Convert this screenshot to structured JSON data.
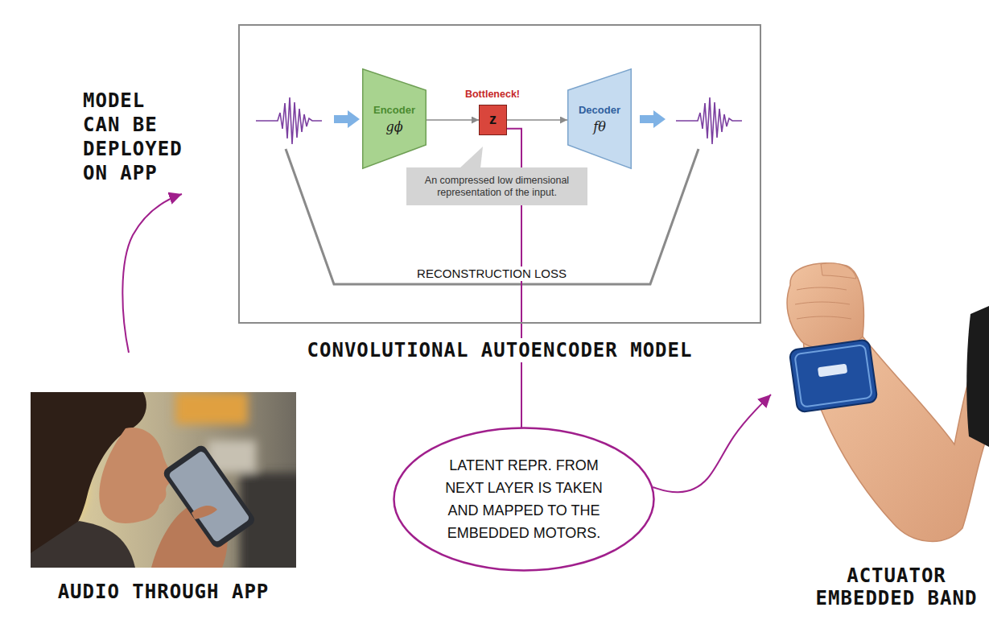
{
  "diagram": {
    "nodes": [
      {
        "text": [
          "CONVOLUTIONAL AUTOENCODER MODEL"
        ]
      },
      {
        "text": [
          "Encoder",
          "gϕ"
        ],
        "in": 0
      },
      {
        "text": [
          "Bottleneck!",
          "z"
        ],
        "in": 0
      },
      {
        "text": [
          "Decoder",
          "fθ"
        ],
        "in": 0
      },
      {
        "text": [
          "An compressed low dimensional representation of the input."
        ],
        "in": 0
      },
      {
        "text": [
          "AUDIO THROUGH APP"
        ]
      },
      {
        "text": [
          "LATENT REPR. FROM NEXT LAYER IS TAKEN AND MAPPED TO THE EMBEDDED MOTORS."
        ]
      },
      {
        "text": [
          "ACTUATOR EMBEDDED BAND"
        ]
      }
    ],
    "edges": [
      {
        "from": 1,
        "to": 2,
        "arrow": "to"
      },
      {
        "from": 2,
        "to": 3,
        "arrow": "to"
      },
      {
        "from": 2,
        "to": 6,
        "arrow": "none"
      },
      {
        "from": 6,
        "to": 7,
        "arrow": "to"
      }
    ],
    "labels": [
      "MODEL CAN BE DEPLOYED ON APP",
      "RECONSTRUCTION LOSS"
    ]
  }
}
